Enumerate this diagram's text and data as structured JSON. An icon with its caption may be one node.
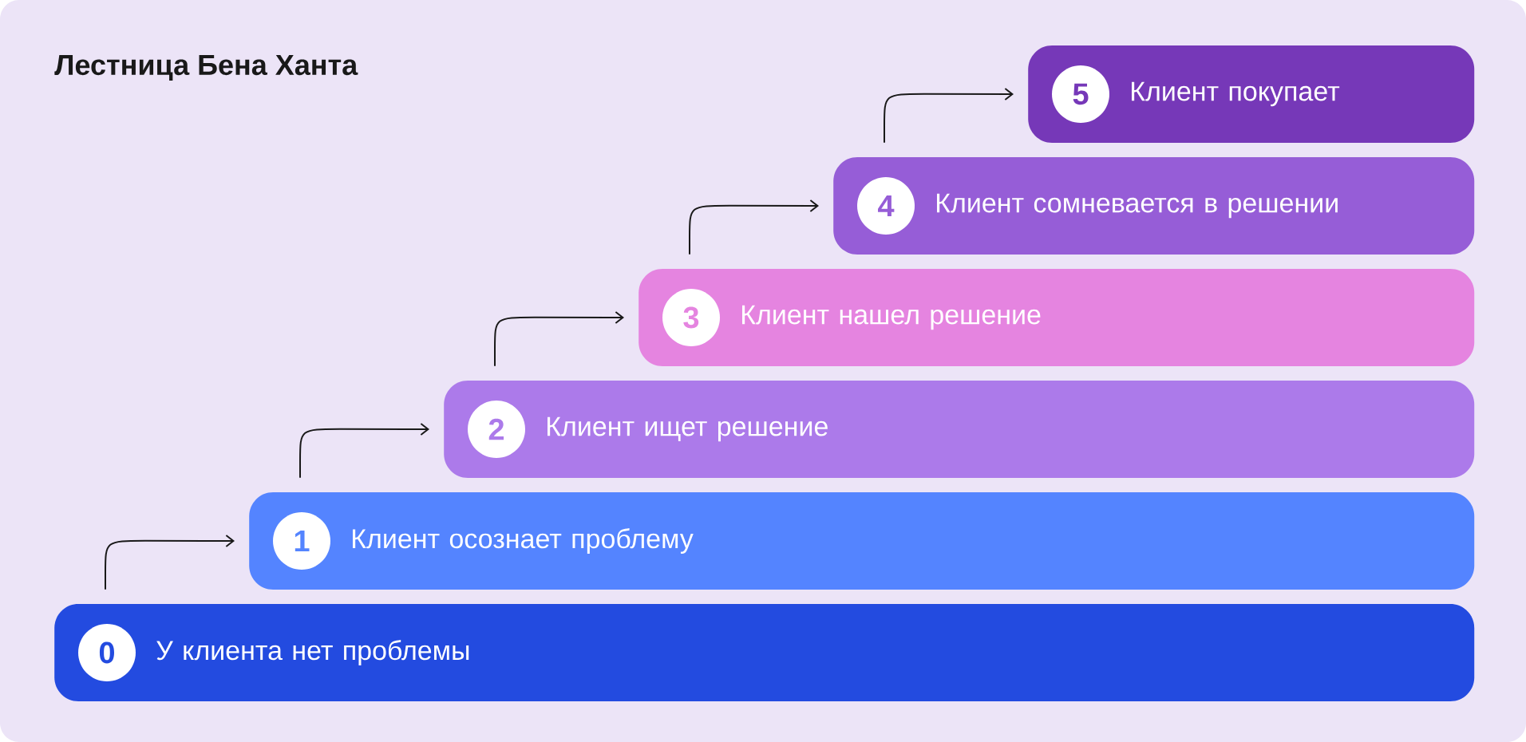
{
  "diagram": {
    "title": "Лестница Бена Ханта",
    "nodes": [
      {
        "text": [
          "У клиента нет проблемы"
        ]
      },
      {
        "text": [
          "0"
        ],
        "in": 0
      },
      {
        "text": [
          "Клиент осознает проблему"
        ]
      },
      {
        "text": [
          "1"
        ],
        "in": 2
      },
      {
        "text": [
          "Клиент ищет решение"
        ]
      },
      {
        "text": [
          "2"
        ],
        "in": 4
      },
      {
        "text": [
          "Клиент нашел решение"
        ]
      },
      {
        "text": [
          "3"
        ],
        "in": 6
      },
      {
        "text": [
          "Клиент сомневается в решении"
        ]
      },
      {
        "text": [
          "4"
        ],
        "in": 8
      },
      {
        "text": [
          "Клиент покупает"
        ]
      },
      {
        "text": [
          "5"
        ],
        "in": 10
      }
    ],
    "edges": [
      {
        "from": 0,
        "to": 2,
        "arrow": "to"
      },
      {
        "from": 2,
        "to": 4,
        "arrow": "to"
      },
      {
        "from": 4,
        "to": 6,
        "arrow": "to"
      },
      {
        "from": 6,
        "to": 8,
        "arrow": "to"
      },
      {
        "from": 8,
        "to": 10,
        "arrow": "to"
      }
    ]
  }
}
